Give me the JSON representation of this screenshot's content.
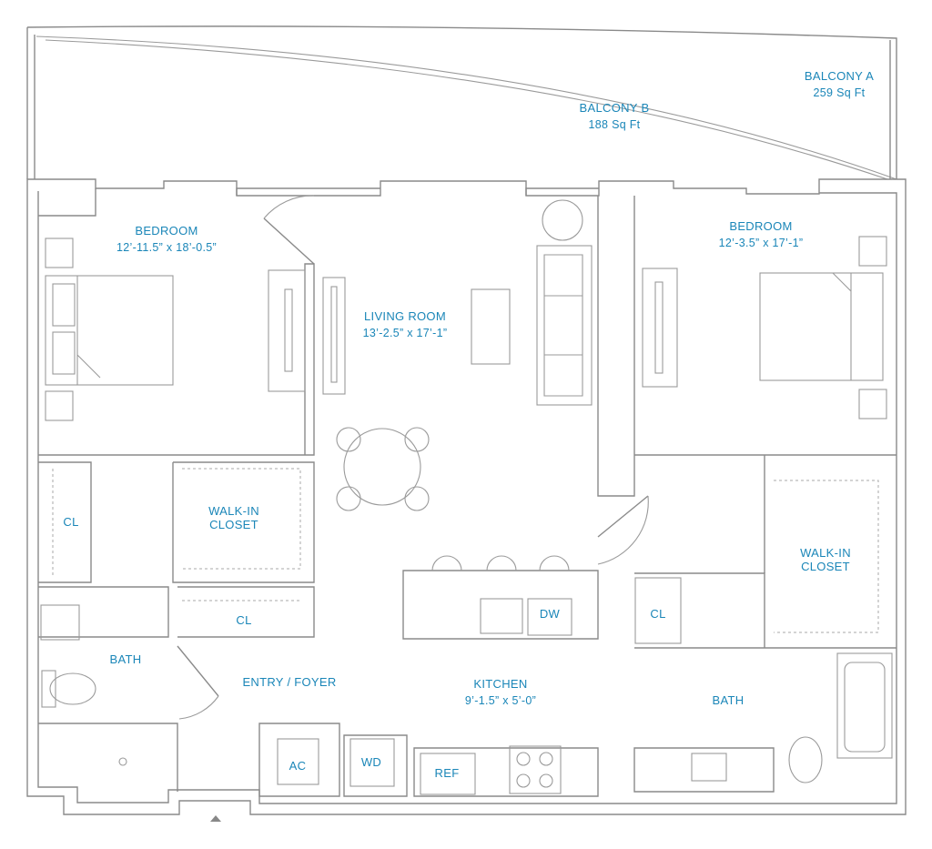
{
  "rooms": {
    "balcony_a": {
      "name": "BALCONY A",
      "area": "259 Sq Ft"
    },
    "balcony_b": {
      "name": "BALCONY B",
      "area": "188 Sq Ft"
    },
    "bedroom_left": {
      "name": "BEDROOM",
      "dims": "12’-11.5” x 18’-0.5”"
    },
    "living_room": {
      "name": "LIVING ROOM",
      "dims": "13’-2.5” x 17’-1”"
    },
    "bedroom_right": {
      "name": "BEDROOM",
      "dims": "12’-3.5” x 17’-1”"
    },
    "closet_left": {
      "name": "CL"
    },
    "walkin_left": {
      "line1": "WALK-IN",
      "line2": "CLOSET"
    },
    "closet_foyer": {
      "name": "CL"
    },
    "bath_left": {
      "name": "BATH"
    },
    "entry": {
      "name": "ENTRY / FOYER"
    },
    "kitchen": {
      "name": "KITCHEN",
      "dims": "9’-1.5” x 5’-0”"
    },
    "closet_right": {
      "name": "CL"
    },
    "walkin_right": {
      "line1": "WALK-IN",
      "line2": "CLOSET"
    },
    "bath_right": {
      "name": "BATH"
    }
  },
  "fixtures": {
    "dw": "DW",
    "ac": "AC",
    "wd": "WD",
    "ref": "REF"
  },
  "colors": {
    "label": "#1a86b8",
    "wall": "#8a8a8a"
  }
}
